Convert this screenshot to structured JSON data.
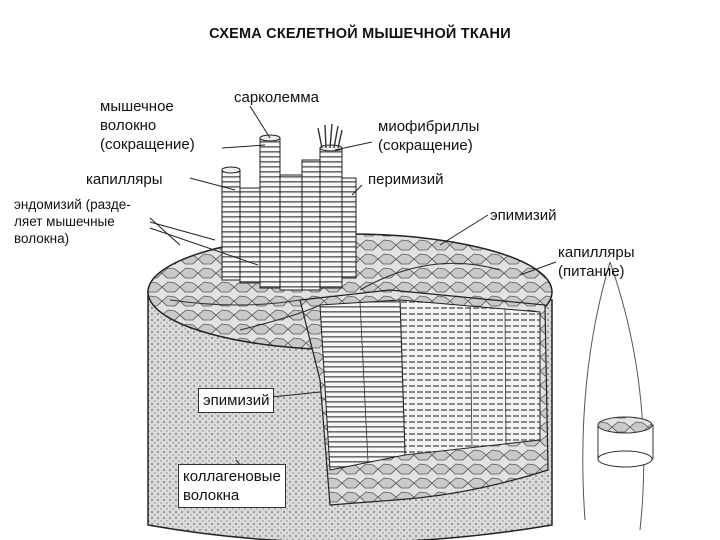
{
  "title": "СХЕМА СКЕЛЕТНОЙ МЫШЕЧНОЙ ТКАНИ",
  "labels": {
    "muscle_fiber": [
      "мышечное",
      "волокно",
      "(сокращение)"
    ],
    "sarcolemma": "сарколемма",
    "myofibrils": [
      "миофибриллы",
      "(сокращение)"
    ],
    "capillaries_left": "капилляры",
    "perimysium": "перимизий",
    "endomysium": [
      "эндомизий (разде-",
      "ляет мышечные",
      "волокна)"
    ],
    "epimysium_right": "эпимизий",
    "capillaries_nutrition": [
      "капилляры",
      "(питание)"
    ],
    "epimysium_center": "эпимизий",
    "collagen_fibers": [
      "коллагеновые",
      "волокна"
    ]
  }
}
